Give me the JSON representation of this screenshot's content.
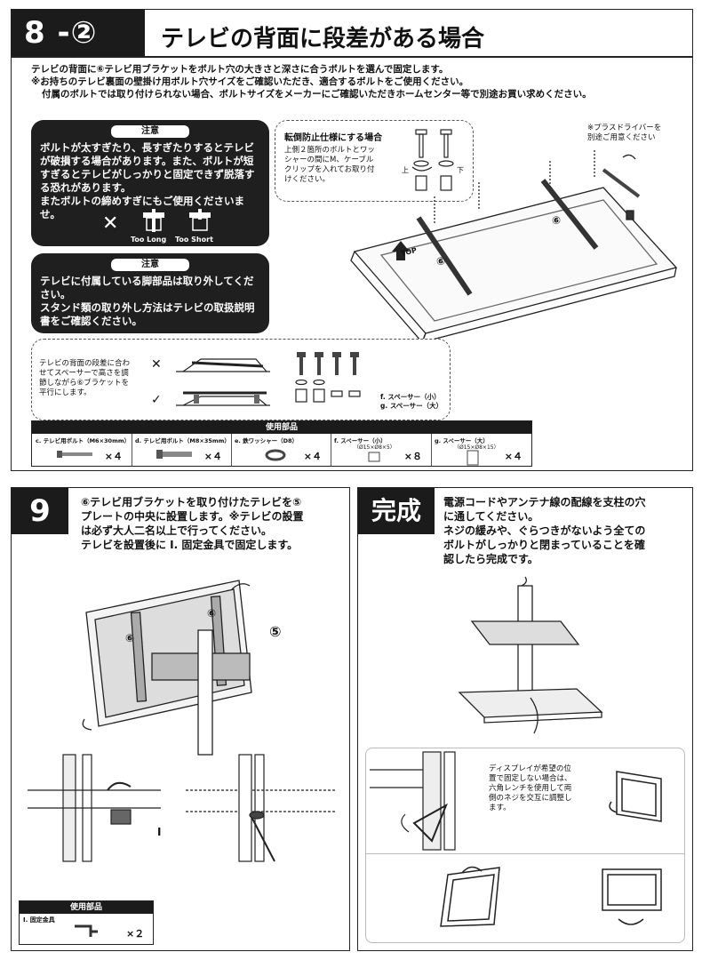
{
  "step8": {
    "number": "8 -②",
    "title": "テレビの背面に段差がある場合",
    "intro": [
      "テレビの背面に⑥テレビ用ブラケットをボルト穴の大きさと深さに合うボルトを選んで固定します。",
      "※お持ちのテレビ裏面の壁掛け用ボルト穴サイズをご確認いただき、適合するボルトをご使用ください。",
      "付属のボルトでは取り付けられない場合、ボルトサイズをメーカーにご確認いただきホームセンター等で別途お買い求めください。"
    ],
    "caution1": {
      "badge": "注意",
      "lines": [
        "ボルトが太すぎたり、長すぎたりするとテレビ",
        "が破損する場合があります。また、ボルトが短",
        "すぎるとテレビがしっかりと固定できず脱落す",
        "る恐れがあります。",
        "またボルトの締めすぎにもご使用くださいませ。"
      ],
      "too_long": "Too Long",
      "too_short": "Too Short"
    },
    "caution2": {
      "badge": "注意",
      "lines": [
        "テレビに付属している脚部品は取り外してくだ",
        "さい。",
        "スタンド類の取り外し方法はテレビの取扱説明",
        "書をご確認ください。"
      ]
    },
    "anti_fall": {
      "title": "転倒防止仕様にする場合",
      "lines": [
        "上側２箇所のボルトとワッ",
        "シャーの間にM、ケーブル",
        "クリップを入れてお取り付",
        "けください。"
      ],
      "upper": "上",
      "lower": "下"
    },
    "driver_note": [
      "※プラスドライバーを",
      "別途ご用意ください"
    ],
    "bracket_mark": "⑥",
    "top_mark": "TOP",
    "spacer_note": [
      "テレビの背面の段差に合わ",
      "せてスペーサーで高さを調",
      "節しながら⑥ブラケットを",
      "平行にします。"
    ],
    "spacer_labels": [
      "f. スペーサー（小）",
      "g. スペーサー（大）"
    ],
    "cross_mark": "✕",
    "check_mark": "✓",
    "parts": {
      "header": "使用部品",
      "items": [
        {
          "label": "c. テレビ用ボルト（M6×30mm）",
          "sub": "",
          "qty": "×４"
        },
        {
          "label": "d. テレビ用ボルト（M8×35mm）",
          "sub": "",
          "qty": "×４"
        },
        {
          "label": "e. 鉄ワッシャー（D8）",
          "sub": "",
          "qty": "×４"
        },
        {
          "label": "f. スペーサー（小）",
          "sub": "（Ø15×Ø8×5）",
          "qty": "×８"
        },
        {
          "label": "g. スペーサー（大）",
          "sub": "（Ø15×Ø8×15）",
          "qty": "×４"
        }
      ]
    }
  },
  "step9": {
    "number": "9",
    "lines": [
      "⑥テレビ用ブラケットを取り付けたテレビを⑤",
      "プレートの中央に設置します。※テレビの設置",
      "は必ず大人二名以上で行ってください。",
      "テレビを設置後に I. 固定金具で固定します。"
    ],
    "mark5": "⑤",
    "mark6": "⑥",
    "mark_i": "I",
    "parts": {
      "header": "使用部品",
      "label": "I. 固定金具",
      "qty": "×２"
    }
  },
  "complete": {
    "title": "完成",
    "lines": [
      "電源コードやアンテナ線の配線を支柱の穴",
      "に通してください。",
      "ネジの緩みや、ぐらつきがないよう全ての",
      "ボルトがしっかりと閉まっていることを確",
      "認したら完成です。"
    ],
    "adjust_note": [
      "ディスプレイが希望の位",
      "置で固定しない場合は、",
      "六角レンチを使用して両",
      "側のネジを交互に調整し",
      "ます。"
    ]
  }
}
